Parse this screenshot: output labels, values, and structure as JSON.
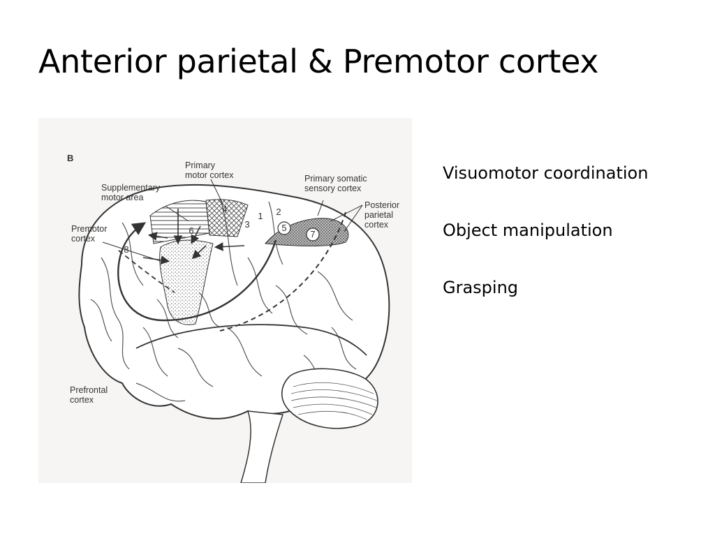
{
  "slide": {
    "title": "Anterior parietal & Premotor cortex"
  },
  "figure": {
    "panel_letter": "B",
    "labels": {
      "primary_motor": "Primary\nmotor cortex",
      "supplementary_motor": "Supplementary\nmotor area",
      "primary_somatic": "Primary somatic\nsensory cortex",
      "posterior_parietal": "Posterior\nparietal\ncortex",
      "premotor": "Premotor\ncortex",
      "prefrontal": "Prefrontal\ncortex"
    },
    "area_numbers": {
      "a4": "4",
      "a2": "2",
      "a1": "1",
      "a3": "3",
      "a5": "5",
      "a7": "7",
      "a6": "6",
      "a8": "8"
    }
  },
  "bullets": [
    "Visuomotor coordination",
    "Object manipulation",
    "Grasping"
  ]
}
